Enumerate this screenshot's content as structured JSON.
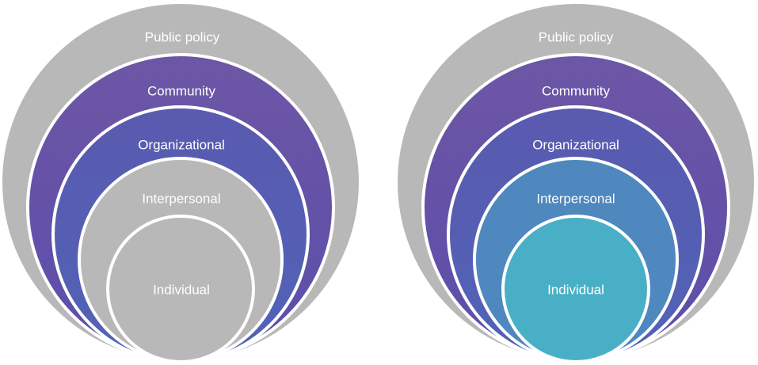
{
  "diagrams": [
    {
      "levels": [
        {
          "label": "Public policy",
          "color": "#b8b8b8"
        },
        {
          "label": "Community",
          "color": "#6b5aa6"
        },
        {
          "label": "Organizational",
          "color": "#5e63b2"
        },
        {
          "label": "Interpersonal",
          "color": "#b8b8b8"
        },
        {
          "label": "Individual",
          "color": "#b8b8b8"
        }
      ]
    },
    {
      "levels": [
        {
          "label": "Public policy",
          "color": "#b8b8b8"
        },
        {
          "label": "Community",
          "color": "#6b5aa6"
        },
        {
          "label": "Organizational",
          "color": "#5e63b2"
        },
        {
          "label": "Interpersonal",
          "color": "#4f87bf"
        },
        {
          "label": "Individual",
          "color": "#48afc6"
        }
      ]
    }
  ]
}
